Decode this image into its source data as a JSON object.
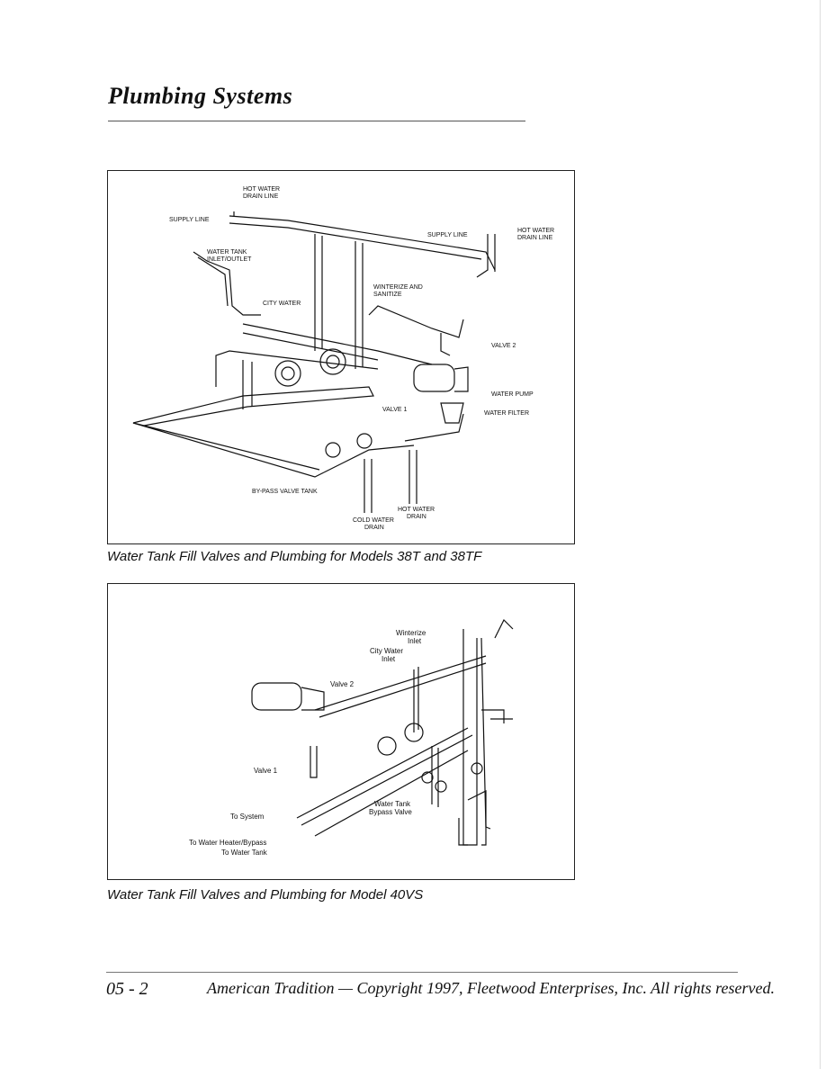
{
  "page": {
    "title": "Plumbing Systems",
    "page_number": "05 - 2",
    "footer": "American Tradition — Copyright 1997, Fleetwood Enterprises, Inc. All rights reserved."
  },
  "figure1": {
    "caption": "Water Tank Fill Valves and Plumbing for Models 38T and 38TF",
    "labels": {
      "hot_water_drain_top_1": "HOT WATER",
      "hot_water_drain_top_2": "DRAIN LINE",
      "supply_line_left": "SUPPLY LINE",
      "water_tank_1": "WATER TANK",
      "water_tank_2": "INLET/OUTLET",
      "supply_line_right": "SUPPLY LINE",
      "hot_water_drain_right_1": "HOT WATER",
      "hot_water_drain_right_2": "DRAIN LINE",
      "winterize_1": "WINTERIZE AND",
      "winterize_2": "SANITIZE",
      "city_water": "CITY WATER",
      "valve2": "VALVE 2",
      "water_pump": "WATER PUMP",
      "water_filter": "WATER FILTER",
      "valve1": "VALVE 1",
      "bypass_valve_tank": "BY-PASS VALVE TANK",
      "hot_water_drain_bottom_1": "HOT WATER",
      "hot_water_drain_bottom_2": "DRAIN",
      "cold_water_drain_1": "COLD WATER",
      "cold_water_drain_2": "DRAIN"
    }
  },
  "figure2": {
    "caption": "Water Tank Fill Valves and Plumbing for Model 40VS",
    "labels": {
      "winterize_1": "Winterize",
      "winterize_2": "Inlet",
      "city_water_1": "City Water",
      "city_water_2": "Inlet",
      "valve2": "Valve 2",
      "valve1": "Valve 1",
      "to_system": "To System",
      "to_water_heater": "To Water Heater/Bypass",
      "to_water_tank": "To Water Tank",
      "bypass_1": "Water Tank",
      "bypass_2": "Bypass Valve"
    }
  }
}
